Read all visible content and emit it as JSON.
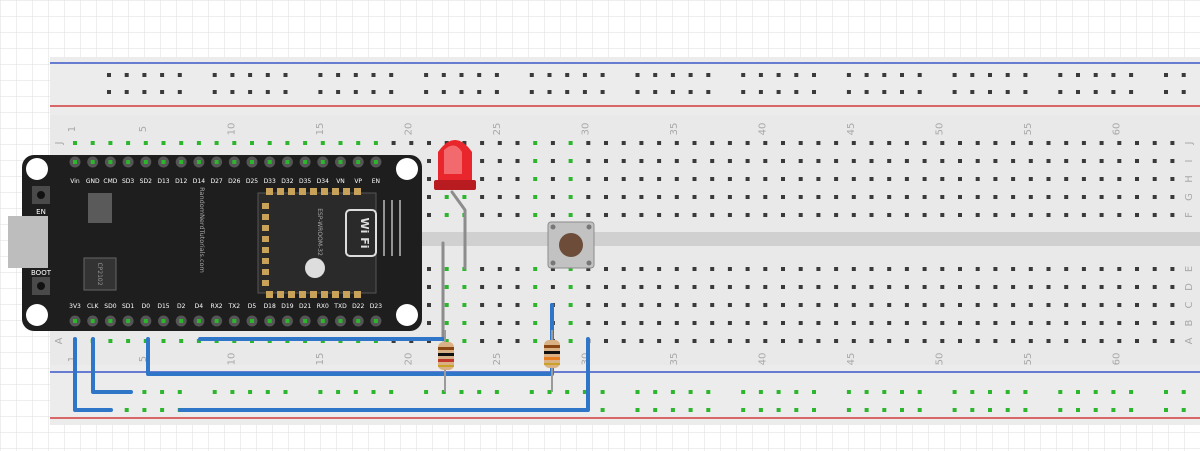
{
  "breadboard": {
    "column_numbers": [
      "1",
      "5",
      "10",
      "15",
      "20",
      "25",
      "30",
      "35",
      "40",
      "45",
      "50",
      "55",
      "60"
    ],
    "row_letters_top": [
      "J",
      "I",
      "H",
      "G",
      "F"
    ],
    "row_letters_bottom": [
      "E",
      "D",
      "C",
      "B",
      "A"
    ]
  },
  "esp32": {
    "top_pins": [
      "Vin",
      "GND",
      "CMD",
      "SD3",
      "SD2",
      "D13",
      "D12",
      "D14",
      "D27",
      "D26",
      "D25",
      "D33",
      "D32",
      "D35",
      "D34",
      "VN",
      "VP",
      "EN"
    ],
    "bottom_pins": [
      "3V3",
      "CLK",
      "SD0",
      "SD1",
      "D0",
      "D15",
      "D2",
      "D4",
      "RX2",
      "TX2",
      "D5",
      "D18",
      "D19",
      "D21",
      "RX0",
      "TXD",
      "D22",
      "D23"
    ],
    "en_label": "EN",
    "boot_label": "BOOT",
    "wifi_label": "Wi Fi",
    "module_text": "ESP-WROOM-32",
    "board_text": "RandomNerdTutorials.com",
    "chip_text": "CP2102"
  },
  "colors": {
    "board": "#1e1e1e",
    "wire": "#2f76c9",
    "led": "#e8262b",
    "breadboard": "#e9e9e9",
    "rail_red": "#d23b3b",
    "rail_blue": "#3b57c8",
    "connected_hole": "#2db52d"
  }
}
